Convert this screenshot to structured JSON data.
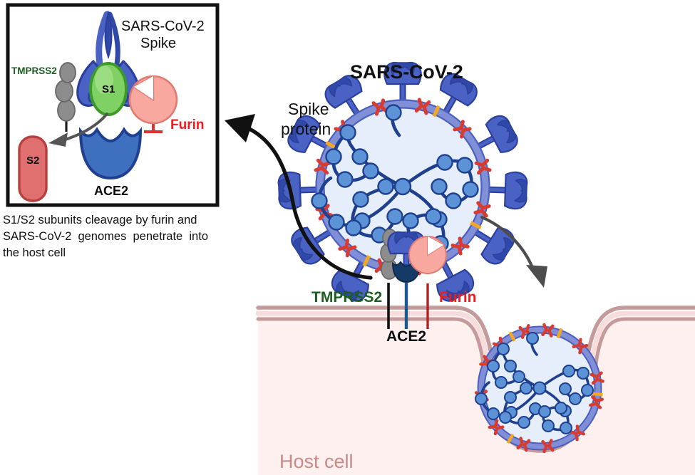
{
  "figure": {
    "domain_note": "biological mechanism diagram",
    "title": "SARS-CoV-2"
  },
  "main": {
    "virus_title": "SARS-CoV-2",
    "spike_label_line1": "Spike",
    "spike_label_line2": "protein",
    "tmprss2_label": "TMPRSS2",
    "furin_label": "Furin",
    "ace2_label": "ACE2",
    "host_cell_label": "Host cell"
  },
  "inset": {
    "spike_title_line1": "SARS-CoV-2",
    "spike_title_line2": "Spike",
    "tmprss2_label": "TMPRSS2",
    "furin_label": "Furin",
    "ace2_label": "ACE2",
    "s1_label": "S1",
    "s2_label": "S2"
  },
  "caption": {
    "line1": "S1/S2 subunits cleavage by furin and",
    "line2": "SARS-CoV-2  genomes  penetrate  into",
    "line3": "the host cell"
  },
  "colors": {
    "spike_blue": "#4a62c4",
    "spike_blue_dark": "#2b3f9e",
    "envelope_blue": "#7b8fd4",
    "envelope_stroke": "#3f51b5",
    "lumen_blue": "#e6eefb",
    "rna_blue": "#5b93d6",
    "rna_stroke": "#1f3f8f",
    "membrane_red": "#d93b30",
    "membrane_orange": "#f5a623",
    "host_fill": "#fdf0ef",
    "host_membrane": "#c49a9a",
    "host_membrane_light": "#f7dcdc",
    "tmprss2_gray": "#8c8c8c",
    "furin_pink": "#f9a8a0",
    "furin_red": "#f01c1c",
    "tmprss2_green": "#1b5e20",
    "s1_green": "#66bb44",
    "s2_red": "#d9534f",
    "ace2_blue": "#3f6fbf",
    "ace2_navy": "#153a66",
    "arrow_black": "#111111",
    "arrow_gray": "#555555"
  }
}
